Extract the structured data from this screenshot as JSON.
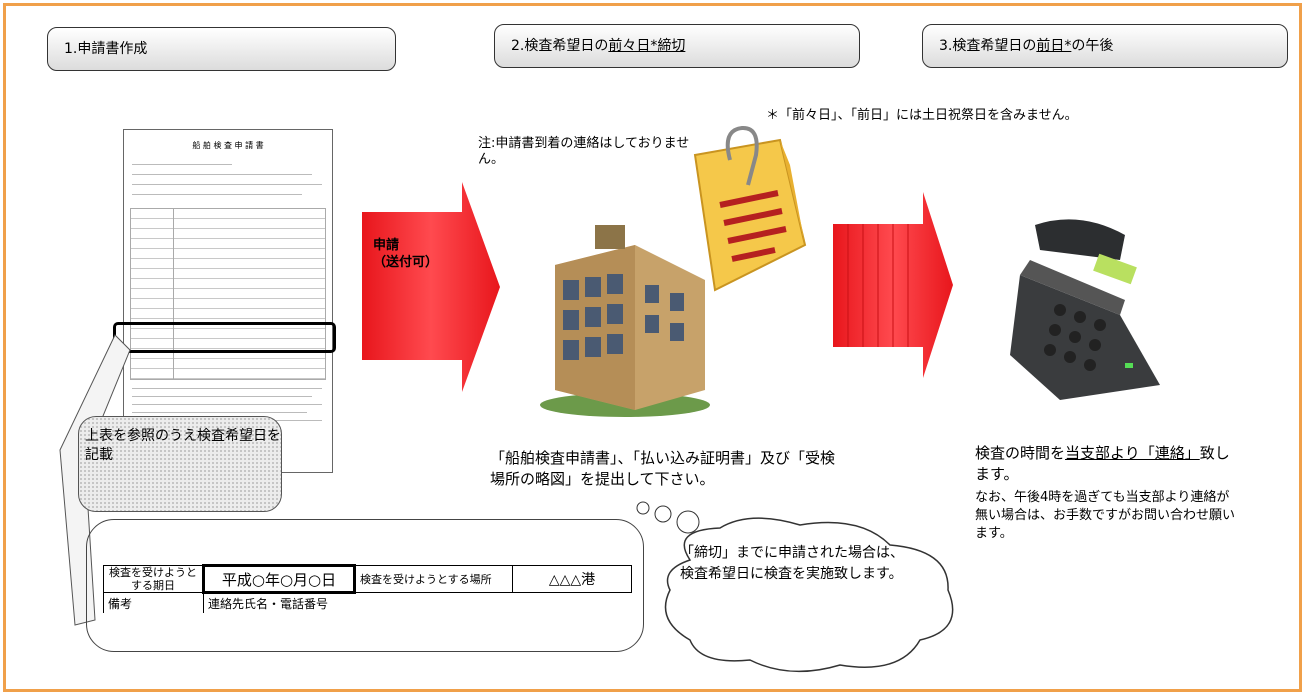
{
  "steps": [
    {
      "prefix": "1.申請書作成",
      "underlined": "",
      "suffix": ""
    },
    {
      "prefix": "2.検査希望日の",
      "underlined": "前々日*締切",
      "suffix": ""
    },
    {
      "prefix": "3.検査希望日の",
      "underlined": "前日*",
      "suffix": "の午後"
    }
  ],
  "footnote": "＊「前々日」、「前日」には土日祝祭日を含みません。",
  "notice": "注:申請書到着の連絡はしておりません。",
  "arrow1_label": "申請\n（送付可）",
  "submit_text": "「船舶検査申請書」、「払い込み証明書」及び「受検場所の略図」を提出して下さい。",
  "callout_text": "上表を参照のうえ検査希望日を記載",
  "doc_title": "船 舶 検 査 申 請 書",
  "form": {
    "row1": [
      "検査を受けようとする期日",
      "平成○年○月○日",
      "検査を受けようとする場所",
      "△△△港"
    ],
    "row2": [
      "備考",
      "連絡先氏名・電話番号"
    ]
  },
  "cloud_text": "「締切」までに申請された場合は、検査希望日に検査を実施致します。",
  "contact": {
    "line_prefix": "検査の時間を",
    "line_underlined": "当支部より「連絡」",
    "line_suffix": "致します。",
    "followup": "なお、午後4時を過ぎても当支部より連絡が無い場合は、お手数ですがお問い合わせ願います。"
  },
  "colors": {
    "frame": "#f0a04a",
    "arrow": "#e8161c",
    "step_border": "#333333"
  }
}
